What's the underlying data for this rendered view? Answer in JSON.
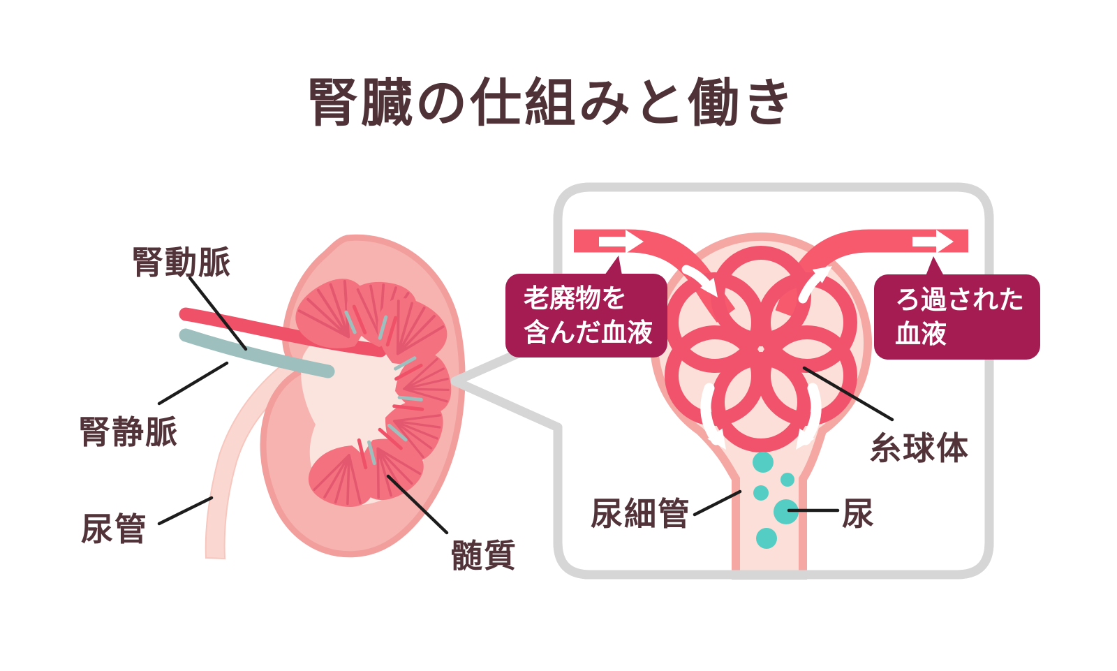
{
  "title": "腎臓の仕組みと働き",
  "kidney": {
    "labels": {
      "renal_artery": "腎動脈",
      "renal_vein": "腎静脈",
      "ureter": "尿管",
      "medulla": "髄質"
    }
  },
  "nephron_panel": {
    "badge_waste": {
      "line1": "老廃物を",
      "line2": "含んだ血液"
    },
    "badge_filtered": {
      "line1": "ろ過された",
      "line2": "血液"
    },
    "labels": {
      "glomerulus": "糸球体",
      "renal_tubule": "尿細管",
      "urine": "尿"
    }
  },
  "colors": {
    "title_text": "#4F3237",
    "label_text": "#523339",
    "badge_background": "#A41C52",
    "badge_text": "#FFFFFF",
    "panel_border": "#D6D6D6",
    "vessel_red": "#F7596D",
    "glomerulus_ring_red": "#F2536C",
    "artery_red": "#EF5168",
    "vein_teal": "#9DBFBE",
    "urine_dot_teal": "#54CEC4",
    "kidney_fill": "#F7B3B0",
    "kidney_outline": "#F19E9D",
    "renal_pelvis_fill": "#FBE4DE",
    "pyramid_fill": "#F4727F",
    "pyramid_striation": "#E4586F",
    "capsule_wall": "#F5A7A4",
    "capsule_fill": "#FCDFD8",
    "ureter_fill": "#FAD8D1",
    "leader_line": "#1C1C1C"
  }
}
